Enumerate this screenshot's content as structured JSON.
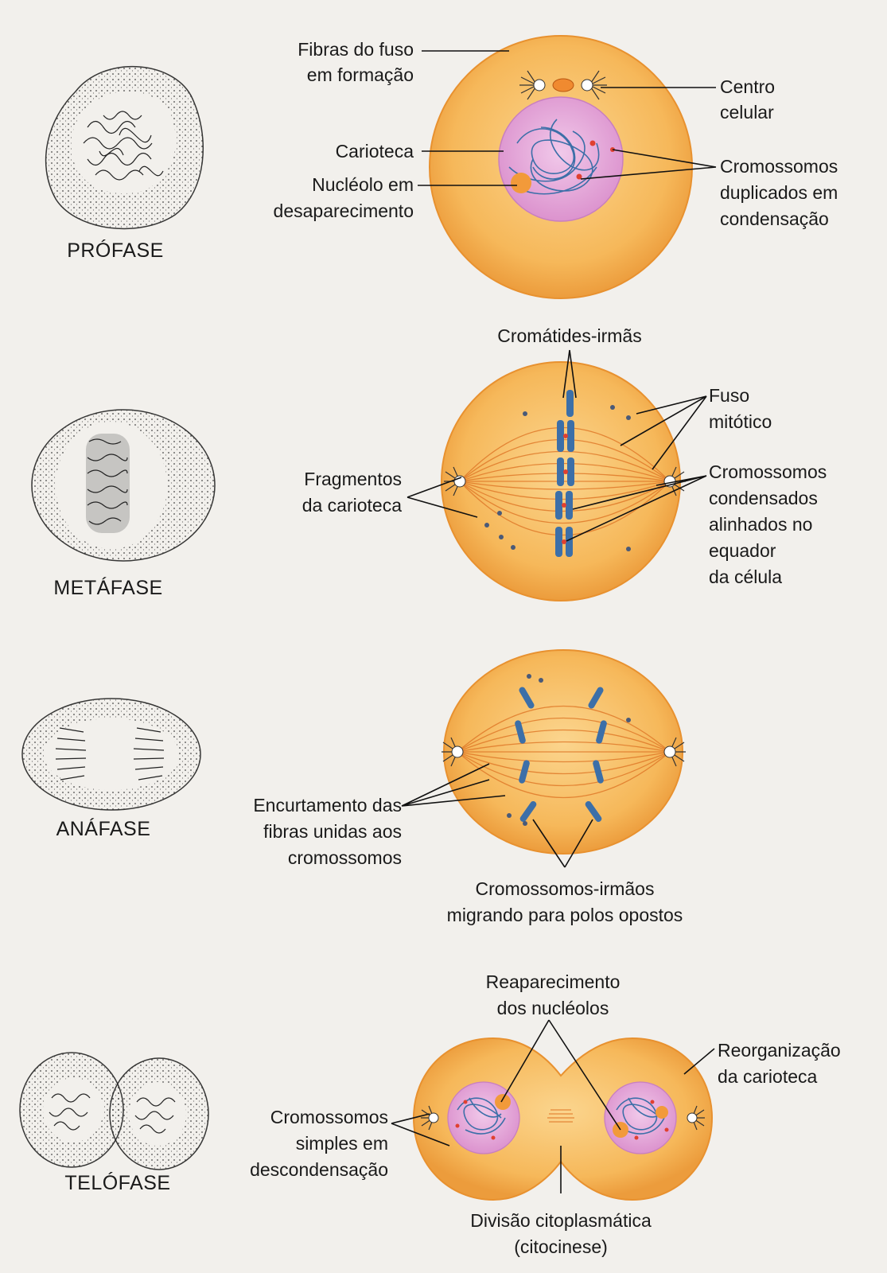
{
  "phases": {
    "prophase": "PRÓFASE",
    "metaphase": "METÁFASE",
    "anaphase": "ANÁFASE",
    "telophase": "TELÓFASE"
  },
  "prophase_labels": {
    "spindle_fibers_1": "Fibras do fuso",
    "spindle_fibers_2": "em formação",
    "cell_center_1": "Centro",
    "cell_center_2": "celular",
    "karyotheca": "Carioteca",
    "nucleolus_1": "Nucléolo em",
    "nucleolus_2": "desaparecimento",
    "chromosomes_1": "Cromossomos",
    "chromosomes_2": "duplicados em",
    "chromosomes_3": "condensação"
  },
  "metaphase_labels": {
    "sister_chromatids": "Cromátides-irmãs",
    "spindle_1": "Fuso",
    "spindle_2": "mitótico",
    "fragments_1": "Fragmentos",
    "fragments_2": "da carioteca",
    "condensed_1": "Cromossomos",
    "condensed_2": "condensados",
    "condensed_3": "alinhados no",
    "condensed_4": "equador",
    "condensed_5": "da célula"
  },
  "anaphase_labels": {
    "shortening_1": "Encurtamento das",
    "shortening_2": "fibras unidas aos",
    "shortening_3": "cromossomos",
    "migrating_1": "Cromossomos-irmãos",
    "migrating_2": "migrando para polos opostos"
  },
  "telophase_labels": {
    "nucleoli_1": "Reaparecimento",
    "nucleoli_2": "dos nucléolos",
    "karyotheca_1": "Reorganização",
    "karyotheca_2": "da carioteca",
    "simple_1": "Cromossomos",
    "simple_2": "simples em",
    "simple_3": "descondensação",
    "division_1": "Divisão citoplasmática",
    "division_2": "(citocinese)"
  },
  "colors": {
    "cell_fill": "#f6b85a",
    "cell_edge": "#e8912f",
    "nucleus_fill": "#e7a8d8",
    "chromosome": "#3c6fa8",
    "fiber": "#e07a2a",
    "nucleolus": "#f29a3a",
    "background": "#f2f0ec"
  }
}
